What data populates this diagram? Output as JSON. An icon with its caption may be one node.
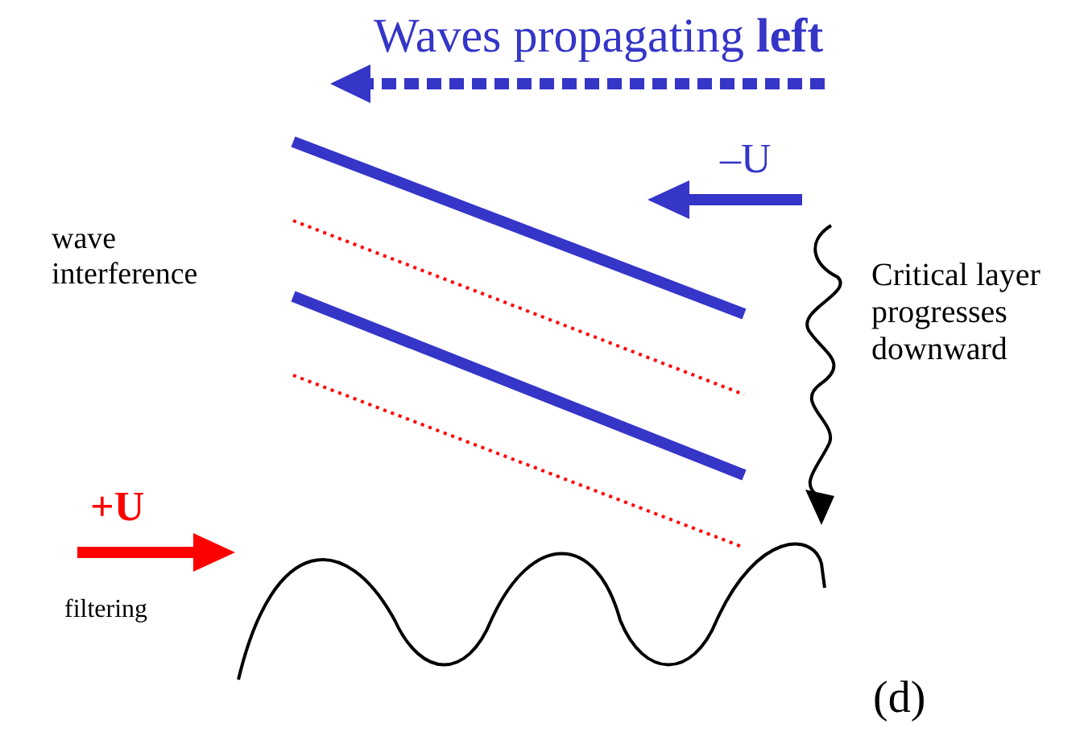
{
  "diagram": {
    "labels": [
      "Waves propagating **left**",
      "–U",
      "wave interference",
      "Critical layer progresses downward",
      "+U",
      "filtering",
      "(d)"
    ]
  }
}
